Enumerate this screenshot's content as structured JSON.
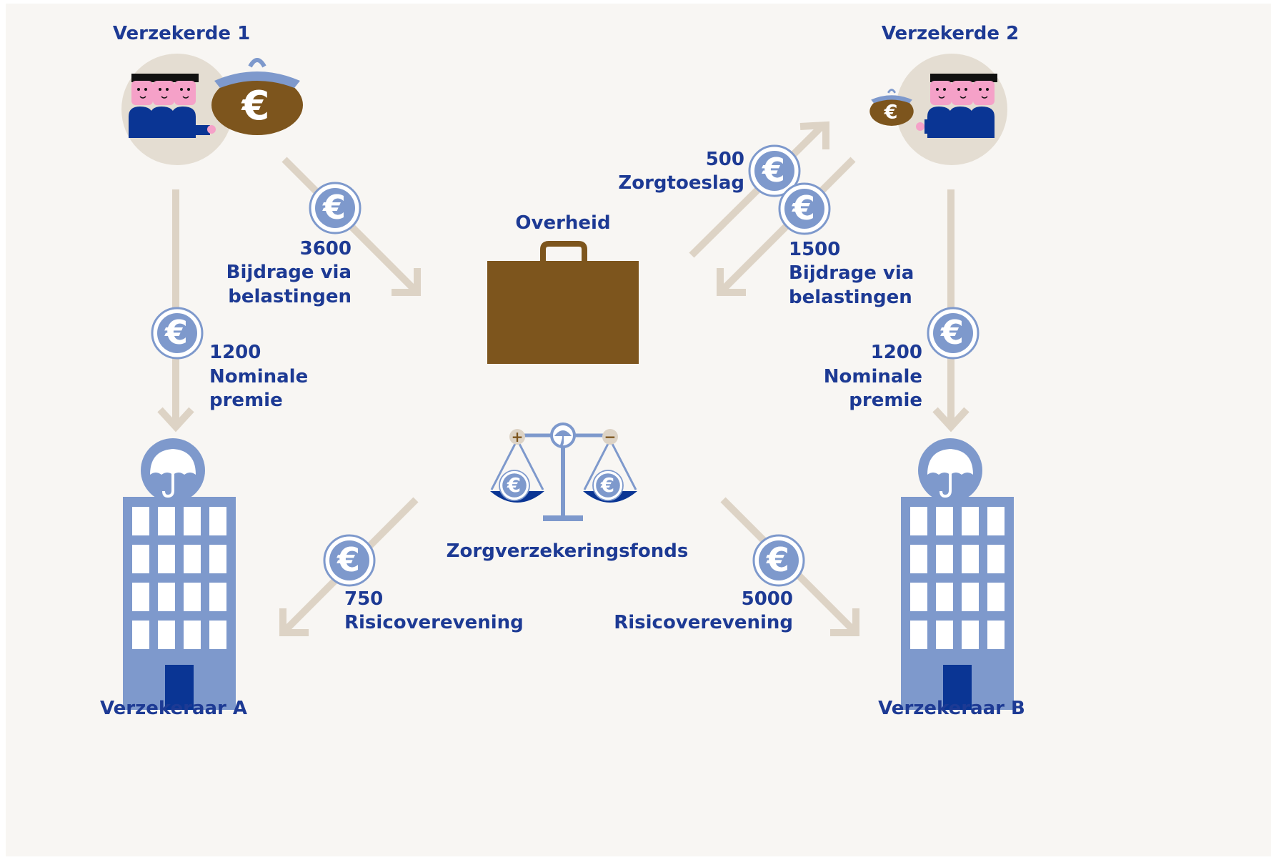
{
  "parties": {
    "insured_1": "Verzekerde 1",
    "insured_2": "Verzekerde 2",
    "government": "Overheid",
    "fund": "Zorgverzekeringsfonds",
    "insurer_a": "Verzekeraar A",
    "insurer_b": "Verzekeraar B"
  },
  "flows": {
    "tax_1": {
      "amount": "3600",
      "line1": "Bijdrage via",
      "line2": "belastingen"
    },
    "premium_1": {
      "amount": "1200",
      "line1": "Nominale",
      "line2": "premie"
    },
    "allowance_2": {
      "amount": "500",
      "line1": "Zorgtoeslag"
    },
    "tax_2": {
      "amount": "1500",
      "line1": "Bijdrage via",
      "line2": "belastingen"
    },
    "premium_2": {
      "amount": "1200",
      "line1": "Nominale",
      "line2": "premie"
    },
    "equalization_a": {
      "amount": "750",
      "line1": "Risicoverevening"
    },
    "equalization_b": {
      "amount": "5000",
      "line1": "Risicoverevening"
    }
  },
  "symbols": {
    "currency": "€",
    "plus": "+",
    "minus": "−"
  },
  "colors": {
    "background": "#f8f6f3",
    "text": "#1d3a94",
    "arrow": "#ddd3c5",
    "coin_fill": "#7e99cc",
    "building": "#7e99cc",
    "door": "#0a3594",
    "briefcase": "#7d551d",
    "people_shirt": "#0a3594",
    "people_face": "#f5a1c8",
    "circle_bg": "#e4ddd2"
  }
}
